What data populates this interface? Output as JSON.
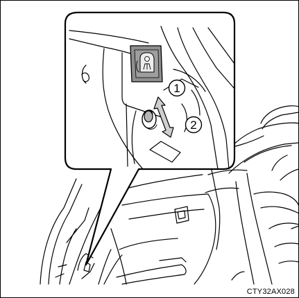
{
  "figure": {
    "code": "CTY32AX028",
    "callouts": [
      "1",
      "2"
    ],
    "icon_names": [
      "child-seat-icon",
      "up-down-arrow-icon",
      "child-lock-lever-icon"
    ],
    "colors": {
      "line": "#000000",
      "icon_plate": "#8f8f8f",
      "lever": "#b5b5b5",
      "arrow": "#cfcfcf"
    }
  }
}
